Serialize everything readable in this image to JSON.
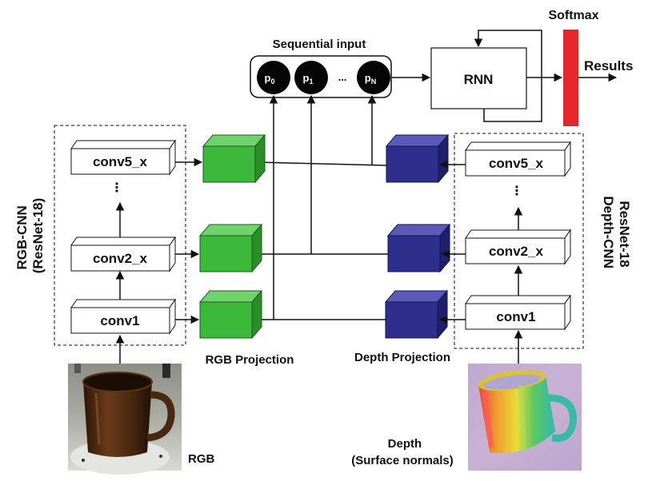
{
  "colors": {
    "rgb_cube": "#3cb83a",
    "depth_cube": "#2e2e8c",
    "softmax_bar": "#e5262a",
    "node_fill": "#050505",
    "line": "#111111"
  },
  "sequential_input": {
    "title": "Sequential input",
    "nodes": [
      "p",
      "p",
      "p"
    ],
    "subscripts": [
      "0",
      "1",
      "N"
    ],
    "ellipsis": "..."
  },
  "rnn": {
    "label": "RNN"
  },
  "softmax": {
    "label": "Softmax"
  },
  "results": {
    "label": "Results"
  },
  "rgb_cnn": {
    "title_line1": "RGB-CNN",
    "title_line2": "(ResNet-18)",
    "layers": [
      "conv5_x",
      "conv2_x",
      "conv1"
    ],
    "ellipsis": "⋮"
  },
  "depth_cnn": {
    "title_line1": "Depth-CNN",
    "title_line2": "ResNet-18",
    "layers": [
      "conv5_x",
      "conv2_x",
      "conv1"
    ],
    "ellipsis": "⋮"
  },
  "projections": {
    "rgb_label": "RGB Projection",
    "depth_label": "Depth Projection"
  },
  "inputs": {
    "rgb_label": "RGB",
    "rgb_image_icon": "brown-mug-photo",
    "depth_label_line1": "Depth",
    "depth_label_line2": "(Surface normals)",
    "depth_image_icon": "surface-normals-mug-image"
  }
}
